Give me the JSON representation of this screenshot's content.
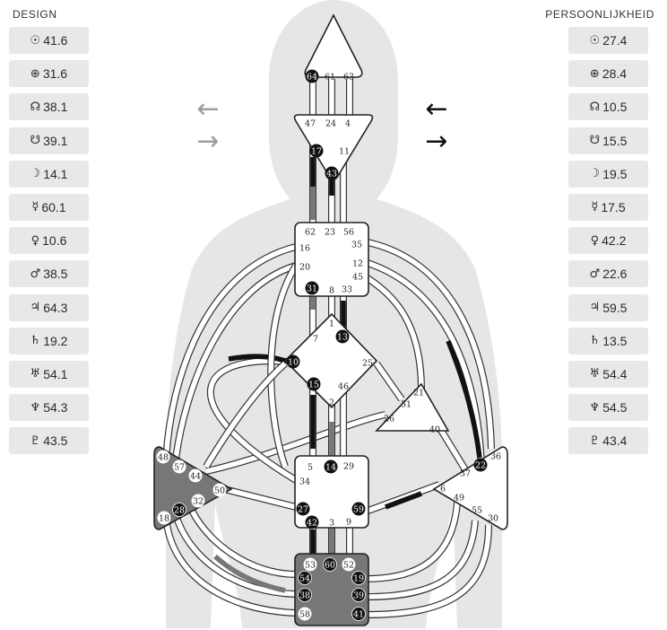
{
  "design": {
    "title": "DESIGN",
    "planets": [
      {
        "symbol": "☉",
        "value": "41.6"
      },
      {
        "symbol": "⊕",
        "value": "31.6"
      },
      {
        "symbol": "☊",
        "value": "38.1"
      },
      {
        "symbol": "☋",
        "value": "39.1"
      },
      {
        "symbol": "☽",
        "value": "14.1"
      },
      {
        "symbol": "☿",
        "value": "60.1"
      },
      {
        "symbol": "♀",
        "value": "10.6"
      },
      {
        "symbol": "♂",
        "value": "38.5"
      },
      {
        "symbol": "♃",
        "value": "64.3"
      },
      {
        "symbol": "♄",
        "value": "19.2"
      },
      {
        "symbol": "♅",
        "value": "54.1"
      },
      {
        "symbol": "♆",
        "value": "54.3"
      },
      {
        "symbol": "♇",
        "value": "43.5"
      }
    ]
  },
  "personality": {
    "title": "PERSOONLIJKHEID",
    "planets": [
      {
        "symbol": "☉",
        "value": "27.4"
      },
      {
        "symbol": "⊕",
        "value": "28.4"
      },
      {
        "symbol": "☊",
        "value": "10.5"
      },
      {
        "symbol": "☋",
        "value": "15.5"
      },
      {
        "symbol": "☽",
        "value": "19.5"
      },
      {
        "symbol": "☿",
        "value": "17.5"
      },
      {
        "symbol": "♀",
        "value": "42.2"
      },
      {
        "symbol": "♂",
        "value": "22.6"
      },
      {
        "symbol": "♃",
        "value": "59.5"
      },
      {
        "symbol": "♄",
        "value": "13.5"
      },
      {
        "symbol": "♅",
        "value": "54.4"
      },
      {
        "symbol": "♆",
        "value": "54.5"
      },
      {
        "symbol": "♇",
        "value": "43.4"
      }
    ]
  },
  "arrows": {
    "left_top": "←",
    "left_bottom": "→",
    "right_top": "←",
    "right_bottom": "→"
  },
  "colors": {
    "design": "#e53935",
    "personality": "#111111",
    "defined_center": "#777777",
    "body": "#e6e6e6",
    "arrow_design": "#9e9e9e",
    "arrow_personality": "#111111"
  },
  "gates": {
    "head": [
      "64",
      "61",
      "63"
    ],
    "ajna": [
      "47",
      "24",
      "4",
      "17",
      "11",
      "43"
    ],
    "throat": [
      "62",
      "23",
      "56",
      "16",
      "35",
      "20",
      "12",
      "45",
      "31",
      "8",
      "33"
    ],
    "g_center": [
      "1",
      "13",
      "7",
      "10",
      "25",
      "15",
      "46",
      "2"
    ],
    "ego": [
      "21",
      "51",
      "26",
      "40"
    ],
    "spleen": [
      "48",
      "57",
      "44",
      "50",
      "32",
      "28",
      "18"
    ],
    "sacral": [
      "5",
      "14",
      "29",
      "34",
      "27",
      "59",
      "42",
      "3",
      "9"
    ],
    "solar_plexus": [
      "36",
      "22",
      "37",
      "6",
      "49",
      "55",
      "30"
    ],
    "root": [
      "53",
      "60",
      "52",
      "54",
      "19",
      "38",
      "39",
      "58",
      "41"
    ]
  },
  "active_gates": [
    "64",
    "17",
    "43",
    "31",
    "13",
    "10",
    "15",
    "14",
    "27",
    "42",
    "59",
    "28",
    "22",
    "60",
    "54",
    "38",
    "19",
    "39",
    "41"
  ]
}
